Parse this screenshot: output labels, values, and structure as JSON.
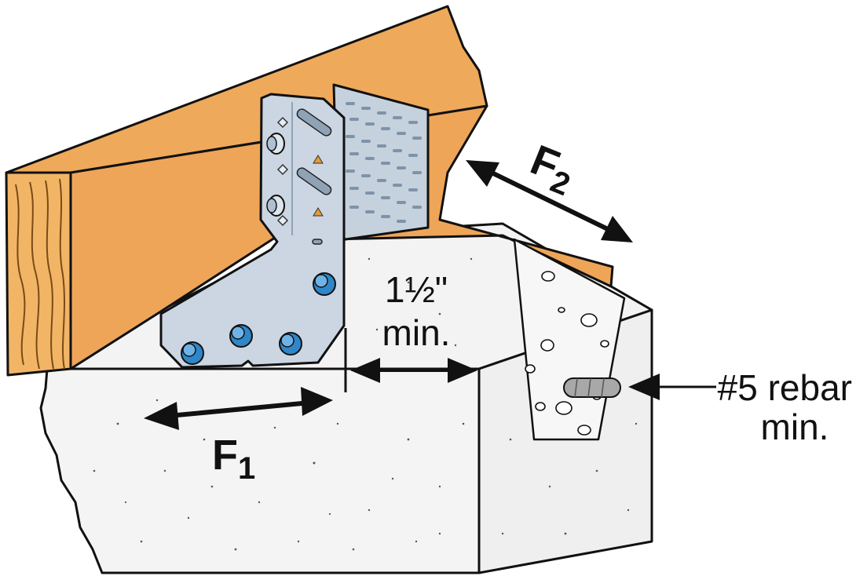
{
  "labels": {
    "force_1_base": "F",
    "force_1_sub": "1",
    "force_2_base": "F",
    "force_2_sub": "2",
    "edge_distance_line1": "1½\"",
    "edge_distance_line2": "min.",
    "rebar_line1": "#5 rebar",
    "rebar_line2": "min."
  },
  "colors": {
    "lumber": "#EFA95A",
    "lumber_dark": "#D48A36",
    "end_grain": "#F4B463",
    "concrete": "#F2F2F2",
    "concrete_shadow": "#E2E2E2",
    "steel": "#C9D5E1",
    "steel_dark": "#9FB1C3",
    "anchor_blue": "#2F86C8",
    "outline": "#111111"
  }
}
